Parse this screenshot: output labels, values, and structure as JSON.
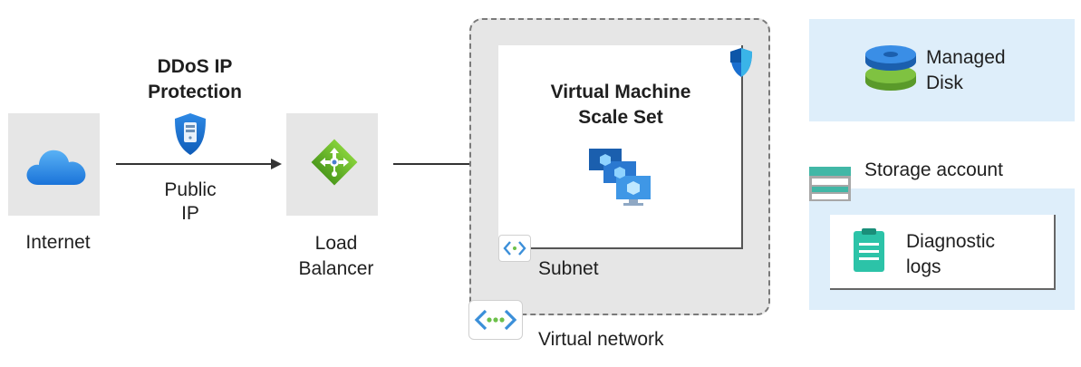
{
  "internet": {
    "label": "Internet"
  },
  "ddos": {
    "title_line1": "DDoS IP",
    "title_line2": "Protection"
  },
  "public_ip": {
    "line1": "Public",
    "line2": "IP"
  },
  "load_balancer": {
    "line1": "Load",
    "line2": "Balancer"
  },
  "vmss": {
    "title_line1": "Virtual Machine",
    "title_line2": "Scale Set"
  },
  "subnet": {
    "label": "Subnet"
  },
  "vnet": {
    "label": "Virtual network"
  },
  "managed_disk": {
    "line1": "Managed",
    "line2": "Disk"
  },
  "storage": {
    "label": "Storage account"
  },
  "diagnostic": {
    "line1": "Diagnostic",
    "line2": "logs"
  }
}
